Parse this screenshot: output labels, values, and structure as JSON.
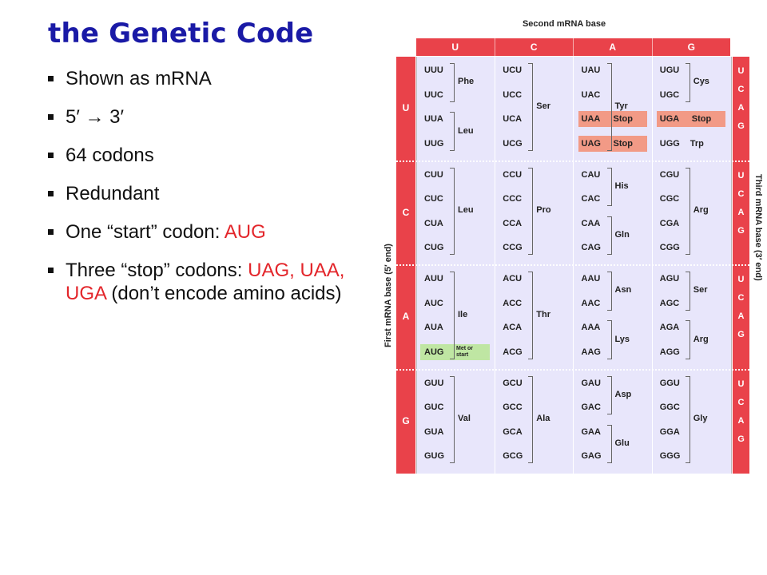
{
  "title": "the Genetic Code",
  "bullets": [
    {
      "text": "Shown as mRNA"
    },
    {
      "text": "5′ → 3′"
    },
    {
      "text": "64 codons"
    },
    {
      "text": "Redundant"
    },
    {
      "text": "One “start” codon: ",
      "highlight": "AUG"
    },
    {
      "text": "Three “stop” codons: ",
      "highlight": "UAG, UAA, UGA",
      "suffix": " (don’t encode amino acids)"
    }
  ],
  "figure": {
    "second_base_label": "Second mRNA base",
    "first_base_label": "First mRNA base  (5′ end)",
    "third_base_label": "Third mRNA base  (3′ end)",
    "second_bases": [
      "U",
      "C",
      "A",
      "G"
    ],
    "first_bases": [
      "U",
      "C",
      "A",
      "G"
    ],
    "third_bases": [
      "U",
      "C",
      "A",
      "G"
    ],
    "start_label_line1": "Met or",
    "start_label_line2": "start",
    "stop_label": "Stop",
    "blocks": [
      {
        "codons": [
          [
            "UUU",
            "UUC",
            "UUA",
            "UUG"
          ],
          [
            "UCU",
            "UCC",
            "UCA",
            "UCG"
          ],
          [
            "UAU",
            "UAC",
            "UAA",
            "UAG"
          ],
          [
            "UGU",
            "UGC",
            "UGA",
            "UGG"
          ]
        ],
        "aa": [
          [
            "Phe",
            "Leu"
          ],
          [
            "Ser"
          ],
          [
            "Tyr"
          ],
          [
            "Cys",
            "Trp"
          ]
        ]
      },
      {
        "codons": [
          [
            "CUU",
            "CUC",
            "CUA",
            "CUG"
          ],
          [
            "CCU",
            "CCC",
            "CCA",
            "CCG"
          ],
          [
            "CAU",
            "CAC",
            "CAA",
            "CAG"
          ],
          [
            "CGU",
            "CGC",
            "CGA",
            "CGG"
          ]
        ],
        "aa": [
          [
            "Leu"
          ],
          [
            "Pro"
          ],
          [
            "His",
            "Gln"
          ],
          [
            "Arg"
          ]
        ]
      },
      {
        "codons": [
          [
            "AUU",
            "AUC",
            "AUA",
            "AUG"
          ],
          [
            "ACU",
            "ACC",
            "ACA",
            "ACG"
          ],
          [
            "AAU",
            "AAC",
            "AAA",
            "AAG"
          ],
          [
            "AGU",
            "AGC",
            "AGA",
            "AGG"
          ]
        ],
        "aa": [
          [
            "Ile"
          ],
          [
            "Thr"
          ],
          [
            "Asn",
            "Lys"
          ],
          [
            "Ser",
            "Arg"
          ]
        ]
      },
      {
        "codons": [
          [
            "GUU",
            "GUC",
            "GUA",
            "GUG"
          ],
          [
            "GCU",
            "GCC",
            "GCA",
            "GCG"
          ],
          [
            "GAU",
            "GAC",
            "GAA",
            "GAG"
          ],
          [
            "GGU",
            "GGC",
            "GGA",
            "GGG"
          ]
        ],
        "aa": [
          [
            "Val"
          ],
          [
            "Ala"
          ],
          [
            "Asp",
            "Glu"
          ],
          [
            "Gly"
          ]
        ]
      }
    ]
  }
}
